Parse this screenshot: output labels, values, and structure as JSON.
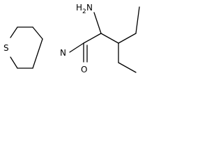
{
  "molecule": {
    "atom_labels": {
      "sulfur": "S",
      "nitrogen_ring": "N",
      "oxygen": "O",
      "amine_h": "H",
      "amine_h_count": "2",
      "amine_n": "N"
    }
  }
}
